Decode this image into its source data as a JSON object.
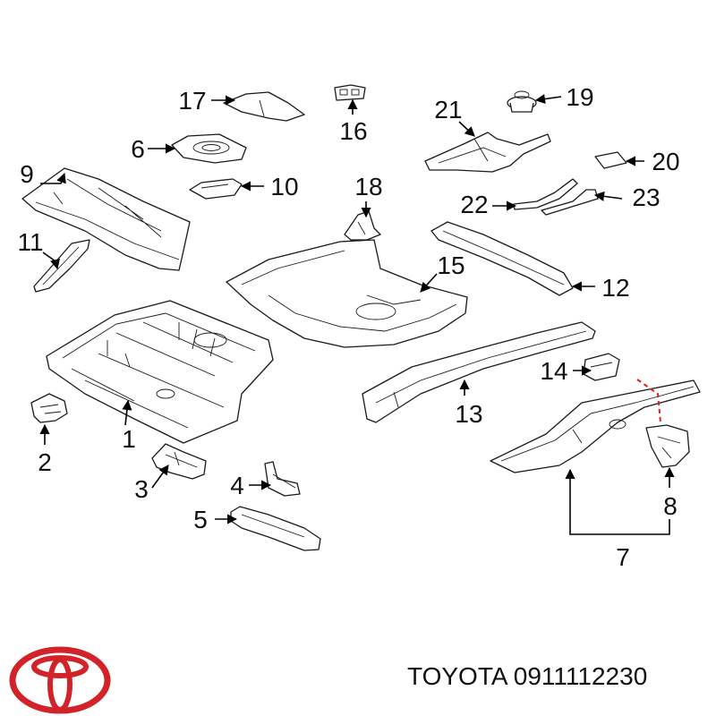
{
  "callouts": {
    "c1": "1",
    "c2": "2",
    "c3": "3",
    "c4": "4",
    "c5": "5",
    "c6": "6",
    "c7": "7",
    "c8": "8",
    "c9": "9",
    "c10": "10",
    "c11": "11",
    "c12": "12",
    "c13": "13",
    "c14": "14",
    "c15": "15",
    "c16": "16",
    "c17": "17",
    "c18": "18",
    "c19": "19",
    "c20": "20",
    "c21": "21",
    "c22": "22",
    "c23": "23"
  },
  "footer": {
    "brand": "TOYOTA",
    "part_number": "0911112230"
  },
  "colors": {
    "logo": "#d2232a",
    "marker": "#d62020",
    "ink": "#111111"
  },
  "logo_icon": "toyota-logo"
}
